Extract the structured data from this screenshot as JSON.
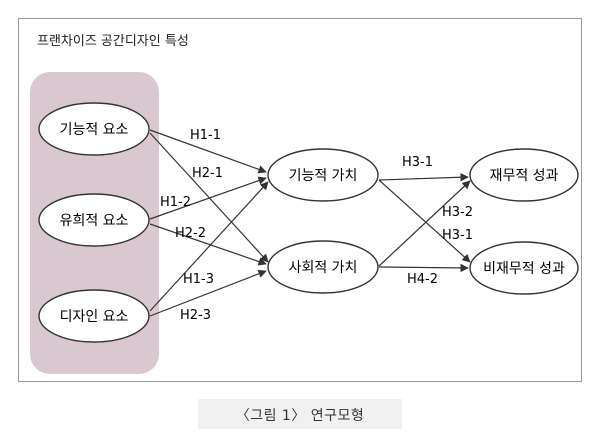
{
  "title": "프랜차이즈 공간디자인 특성",
  "caption": "〈그림 1〉 연구모형",
  "colors": {
    "group_fill": "#d9c8cf",
    "line": "#333333",
    "frame_border": "#9a9a9a",
    "caption_bg": "#f1f1f1"
  },
  "nodes": {
    "functional_factor": "기능적 요소",
    "hedonic_factor": "유희적 요소",
    "design_factor": "디자인 요소",
    "functional_value": "기능적 가치",
    "social_value": "사회적 가치",
    "financial_performance": "재무적 성과",
    "nonfinancial_performance": "비재무적 성과"
  },
  "hypotheses": {
    "h1_1": "H1-1",
    "h2_1": "H2-1",
    "h1_2": "H1-2",
    "h2_2": "H2-2",
    "h1_3": "H1-3",
    "h2_3": "H2-3",
    "h3_1_upper": "H3-1",
    "h3_2": "H3-2",
    "h3_1_lower": "H3-1",
    "h4_2": "H4-2"
  }
}
